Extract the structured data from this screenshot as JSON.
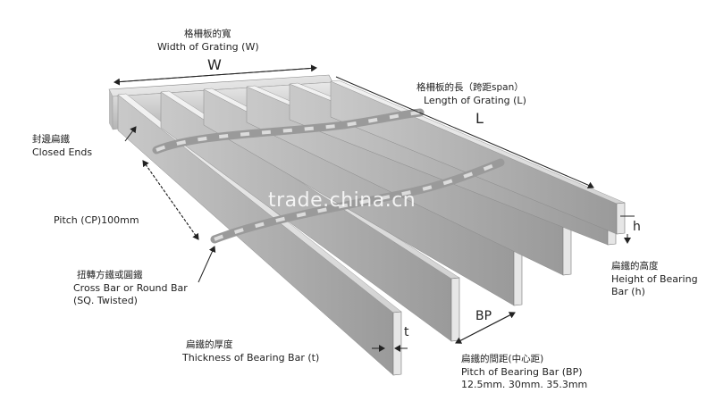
{
  "labels": {
    "width_zh": "格柵板的寬",
    "width_en": "Width of Grating (W)",
    "width_sym": "W",
    "length_zh": "格柵板的長（跨距span）",
    "length_en": "Length of Grating (L)",
    "length_sym": "L",
    "closed_zh": "封邊扁鐵",
    "closed_en": "Closed Ends",
    "pitch_cp": "Pitch (CP)100mm",
    "cross_zh": "扭轉方鐵或圓鐵",
    "cross_en1": "Cross Bar or Round Bar",
    "cross_en2": "(SQ. Twisted)",
    "h_sym": "h",
    "height_zh": "扁鐵的高度",
    "height_en1": "Height of Bearing",
    "height_en2": "Bar (h)",
    "bp_sym": "BP",
    "t_sym": "t",
    "thick_zh": "扁鐵的厚度",
    "thick_en": "Thickness of Bearing Bar (t)",
    "pitch_bp_zh": "扁鐵的間距(中心距)",
    "pitch_bp_en": "Pitch of Bearing Bar (BP)",
    "pitch_bp_vals": "12.5mm. 30mm. 35.3mm"
  },
  "watermark": "trade.china.cn",
  "colors": {
    "bar_light": "#e6e6e6",
    "bar_mid": "#bdbdbd",
    "bar_dark": "#8c8c8c",
    "line": "#222222"
  }
}
